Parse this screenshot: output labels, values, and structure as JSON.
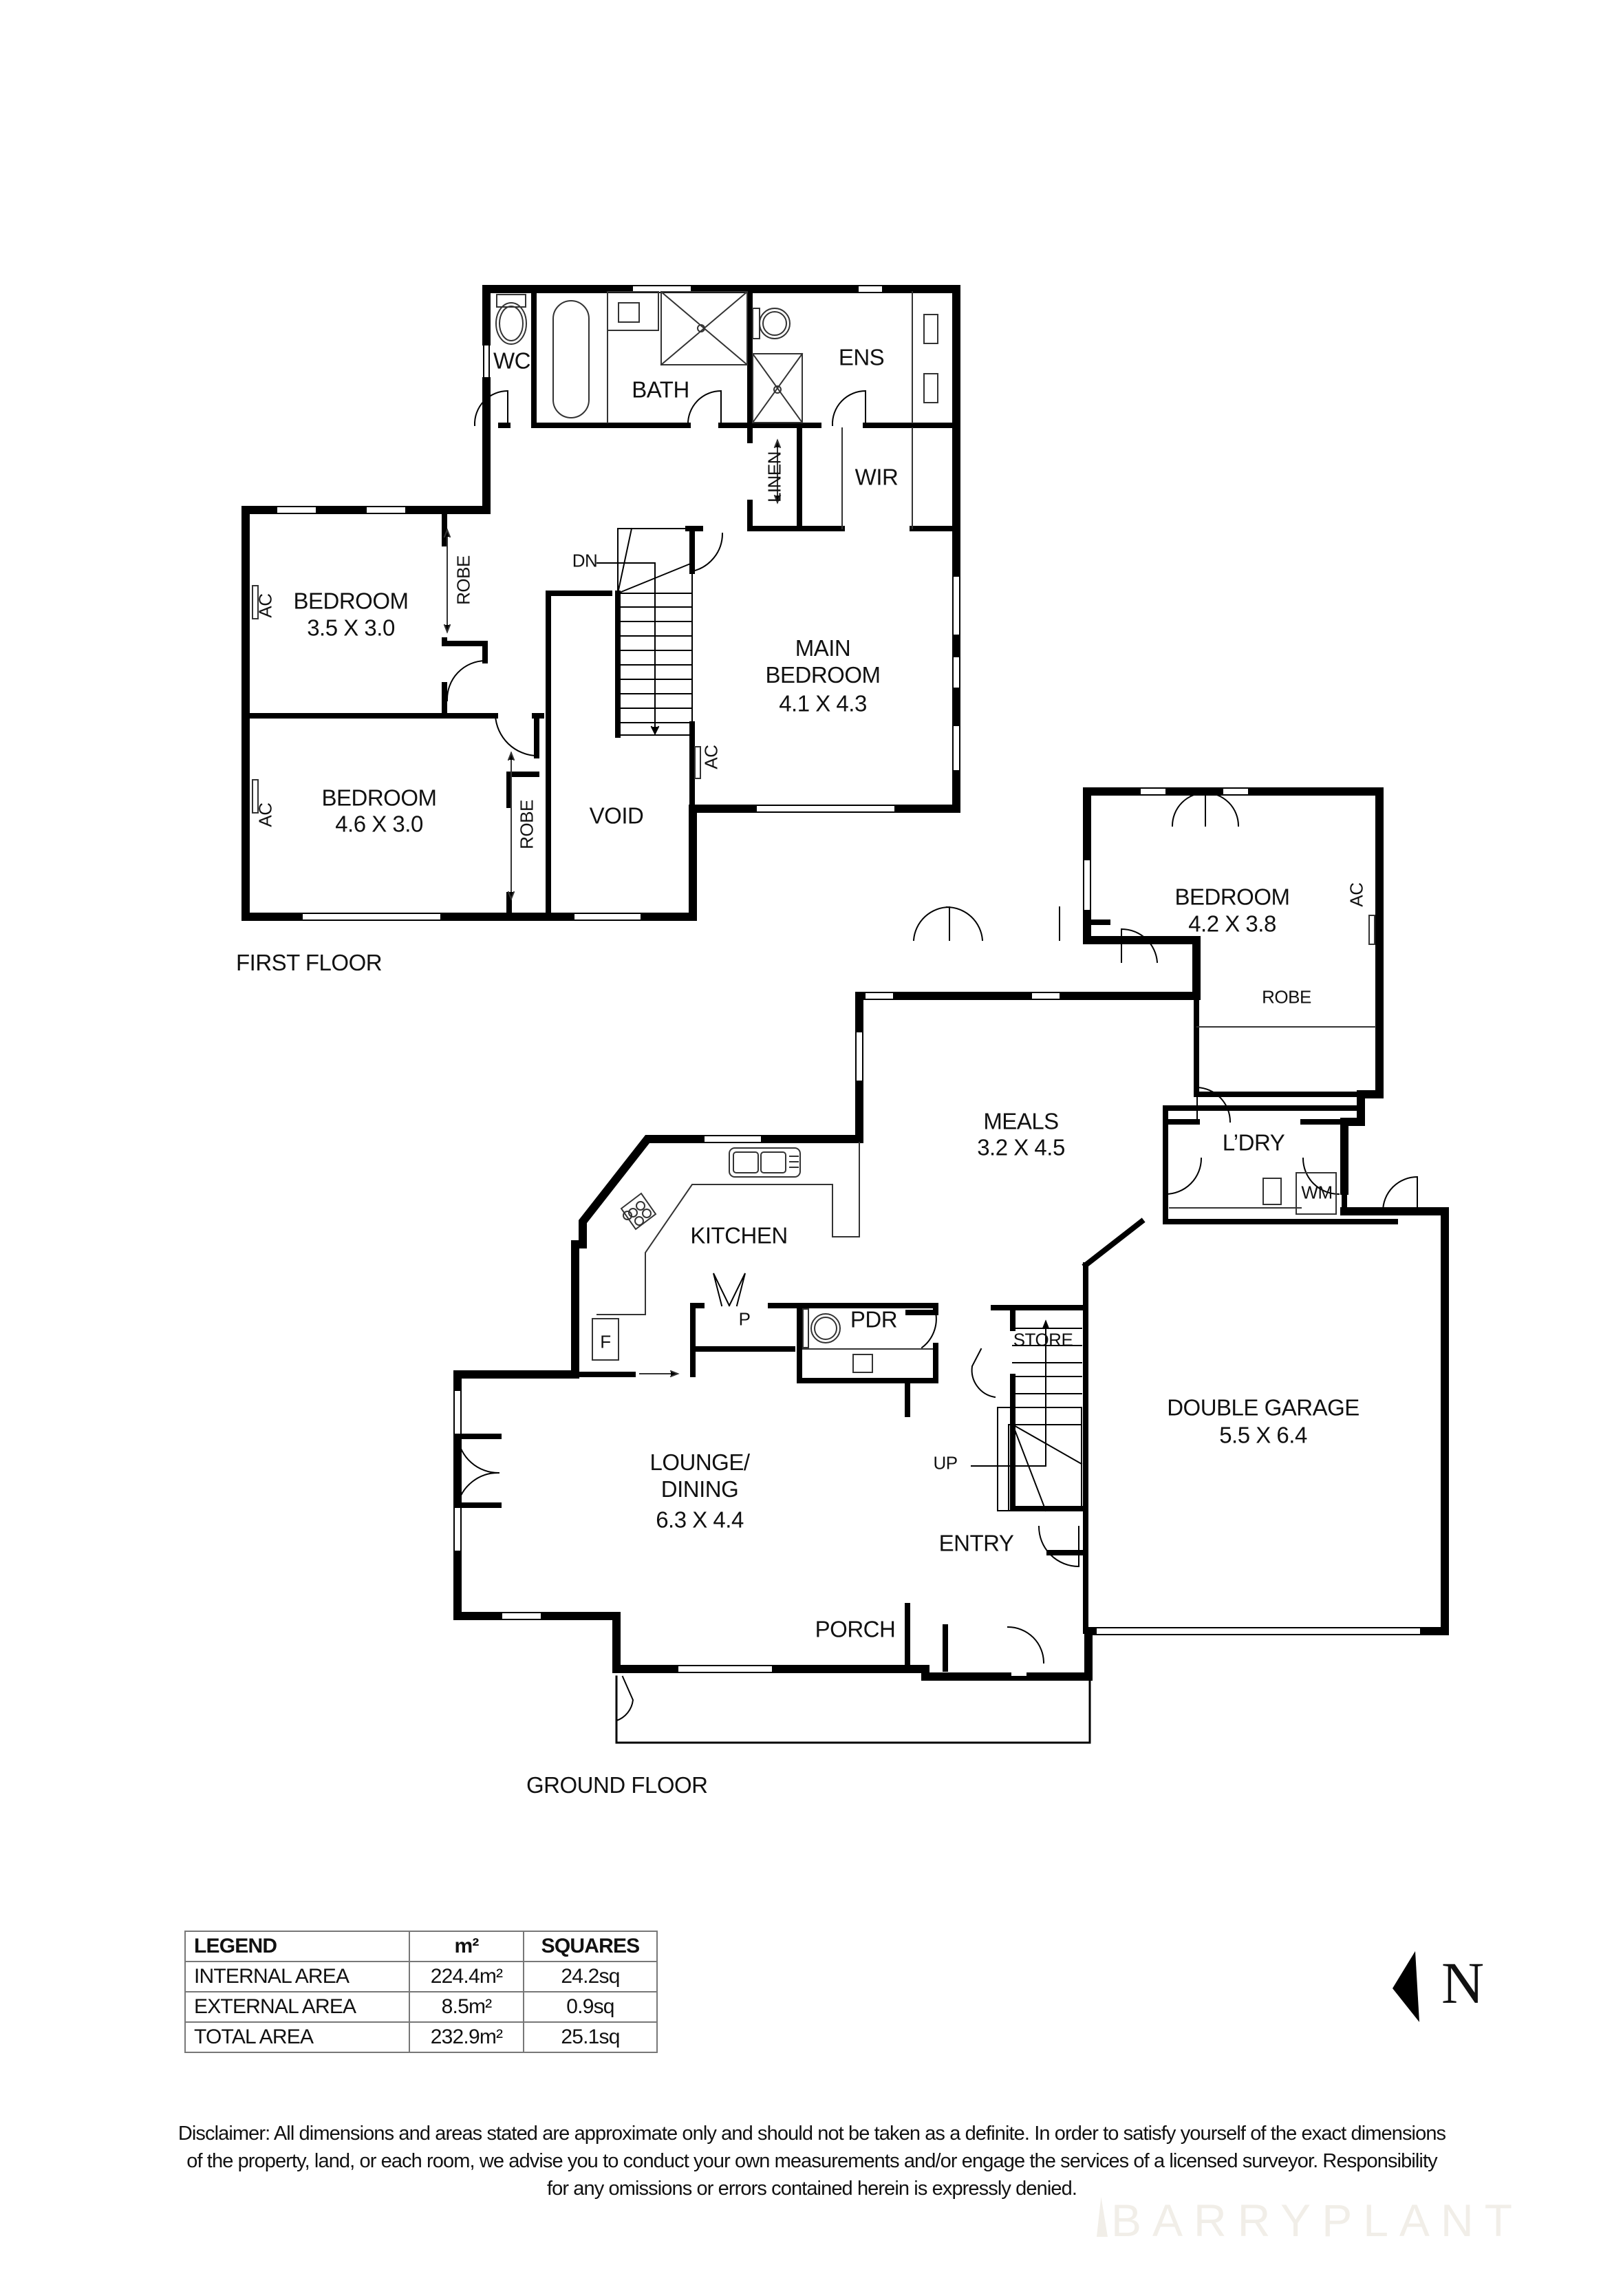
{
  "floors": {
    "first_floor": {
      "title": "FIRST FLOOR"
    },
    "ground_floor": {
      "title": "GROUND FLOOR"
    }
  },
  "rooms": {
    "wc": {
      "name": "WC"
    },
    "bath": {
      "name": "BATH"
    },
    "ens": {
      "name": "ENS"
    },
    "linen": {
      "name": "LINEN"
    },
    "wir": {
      "name": "WIR"
    },
    "dn": {
      "name": "DN"
    },
    "bed1": {
      "name": "BEDROOM",
      "dims": "3.5 X 3.0",
      "robe": "ROBE",
      "ac": "AC"
    },
    "bed2": {
      "name": "BEDROOM",
      "dims": "4.6 X 3.0",
      "robe": "ROBE",
      "ac": "AC"
    },
    "void": {
      "name": "VOID"
    },
    "main_bed": {
      "name": "MAIN\nBEDROOM",
      "dims": "4.1 X 4.3",
      "ac": "AC"
    },
    "bed_ground": {
      "name": "BEDROOM",
      "dims": "4.2 X 3.8",
      "robe": "ROBE",
      "ac": "AC"
    },
    "meals": {
      "name": "MEALS",
      "dims": "3.2 X 4.5"
    },
    "ldry": {
      "name": "L’DRY",
      "wm": "WM"
    },
    "kitchen": {
      "name": "KITCHEN",
      "fridge": "F",
      "pantry": "P"
    },
    "pdr": {
      "name": "PDR"
    },
    "store": {
      "name": "STORE"
    },
    "up": {
      "name": "UP"
    },
    "garage": {
      "name": "DOUBLE GARAGE",
      "dims": "5.5 X 6.4"
    },
    "lounge": {
      "name": "LOUNGE/\nDINING",
      "dims": "6.3 X 4.4"
    },
    "entry": {
      "name": "ENTRY"
    },
    "porch": {
      "name": "PORCH"
    }
  },
  "legend": {
    "headers": [
      "LEGEND",
      "m²",
      "SQUARES"
    ],
    "rows": [
      [
        "INTERNAL AREA",
        "224.4m²",
        "24.2sq"
      ],
      [
        "EXTERNAL AREA",
        "8.5m²",
        "0.9sq"
      ],
      [
        "TOTAL AREA",
        "232.9m²",
        "25.1sq"
      ]
    ]
  },
  "compass": {
    "label": "N",
    "direction": "left"
  },
  "disclaimer": {
    "line1": "Disclaimer: All dimensions and areas stated are approximate only and should not be taken as a definite. In order to satisfy yourself of the exact dimensions",
    "line2": "of the property, land, or each room, we advise you to conduct your own measurements and/or engage the services of a licensed surveyor. Responsibility",
    "line3": "for any omissions or errors contained herein is expressly denied."
  },
  "watermark": {
    "text": "BARRYPLANT"
  },
  "colors": {
    "wall": "#000000",
    "fixture": "#555555",
    "watermark": "#f1eee8"
  }
}
